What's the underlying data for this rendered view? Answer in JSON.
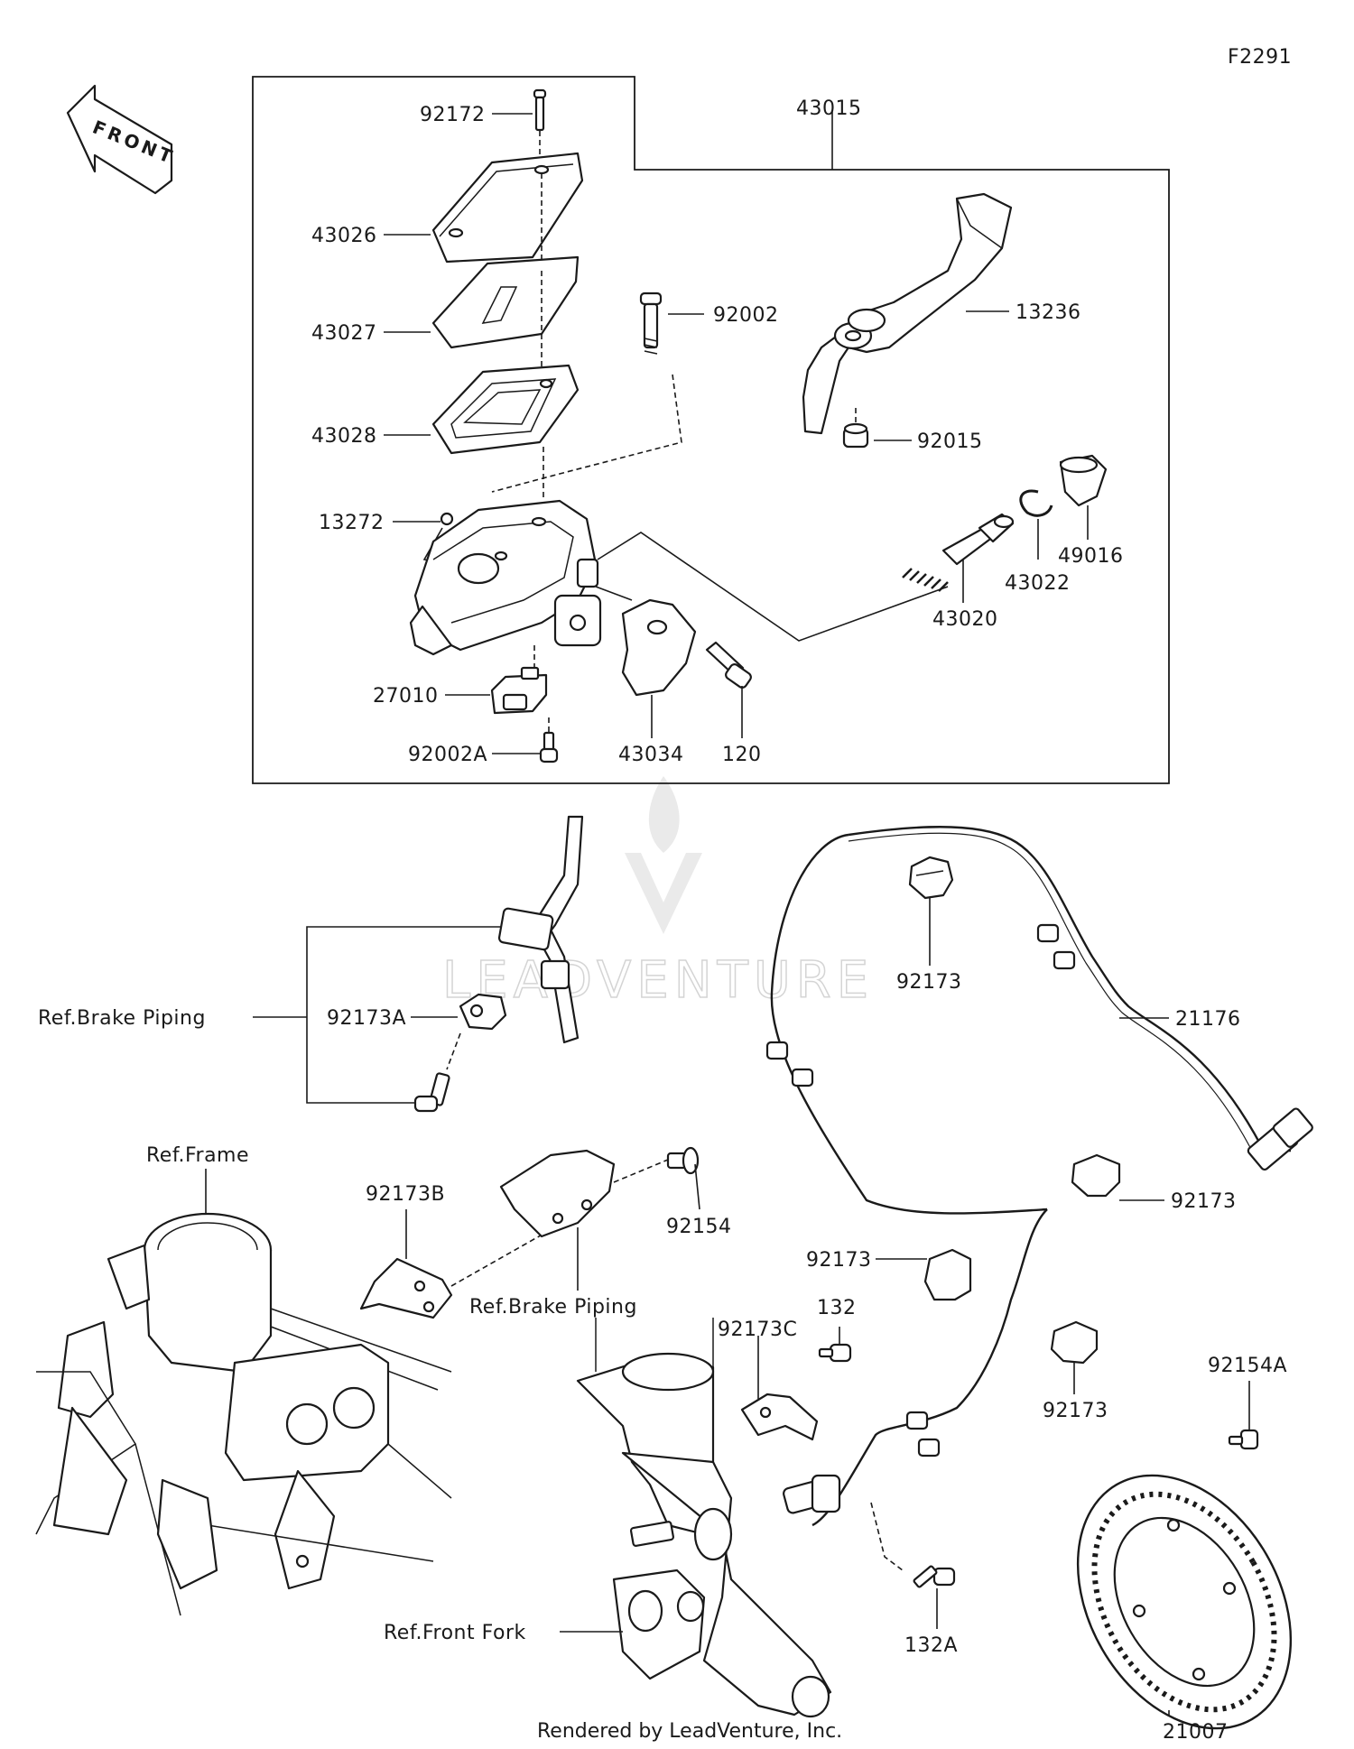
{
  "diagram_id": "F2291",
  "front_label": "FRONT",
  "assembly_label": "43015",
  "parts": {
    "p92172": "92172",
    "p43026": "43026",
    "p43027": "43027",
    "p43028": "43028",
    "p13272": "13272",
    "p27010": "27010",
    "p92002A": "92002A",
    "p43034": "43034",
    "p120": "120",
    "p92002": "92002",
    "p13236": "13236",
    "p92015": "92015",
    "p49016": "49016",
    "p43022": "43022",
    "p43020": "43020",
    "p92173_top": "92173",
    "p21176": "21176",
    "p92173A": "92173A",
    "p92173_right": "92173",
    "p92173_mid": "92173",
    "p132": "132",
    "p92173C": "92173C",
    "p92173_low": "92173",
    "p92154A": "92154A",
    "p92173B": "92173B",
    "p92154": "92154",
    "p132A": "132A",
    "p21007": "21007"
  },
  "refs": {
    "brake_piping_left": "Ref.Brake Piping",
    "frame": "Ref.Frame",
    "brake_piping_mid": "Ref.Brake Piping",
    "front_fork": "Ref.Front Fork"
  },
  "watermark": "LEADVENTURE",
  "footer": "Rendered by LeadVenture, Inc."
}
